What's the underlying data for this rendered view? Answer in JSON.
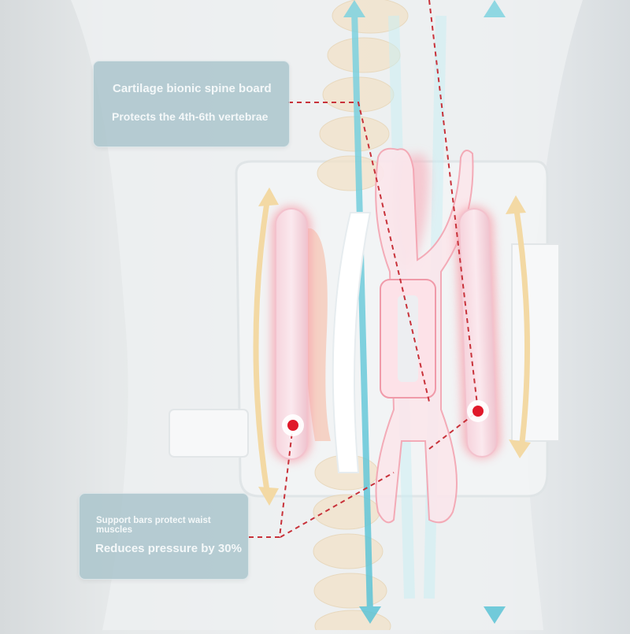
{
  "callouts": {
    "top": {
      "title": "Cartilage bionic spine board",
      "subtitle": "Protects the 4th-6th vertebrae"
    },
    "bottom": {
      "title": "Support bars protect waist muscles",
      "subtitle": "Reduces pressure by 30%"
    }
  },
  "colors": {
    "label_bg": "#a8c3ca",
    "label_text": "#f4f8f9",
    "dashed_line": "#c8323a",
    "marker_dot": "#e0192a",
    "arrow_blue": "#7fd3e0",
    "arrow_yellow": "#f3d9a4",
    "heat_glow": "#f7a3ad"
  }
}
